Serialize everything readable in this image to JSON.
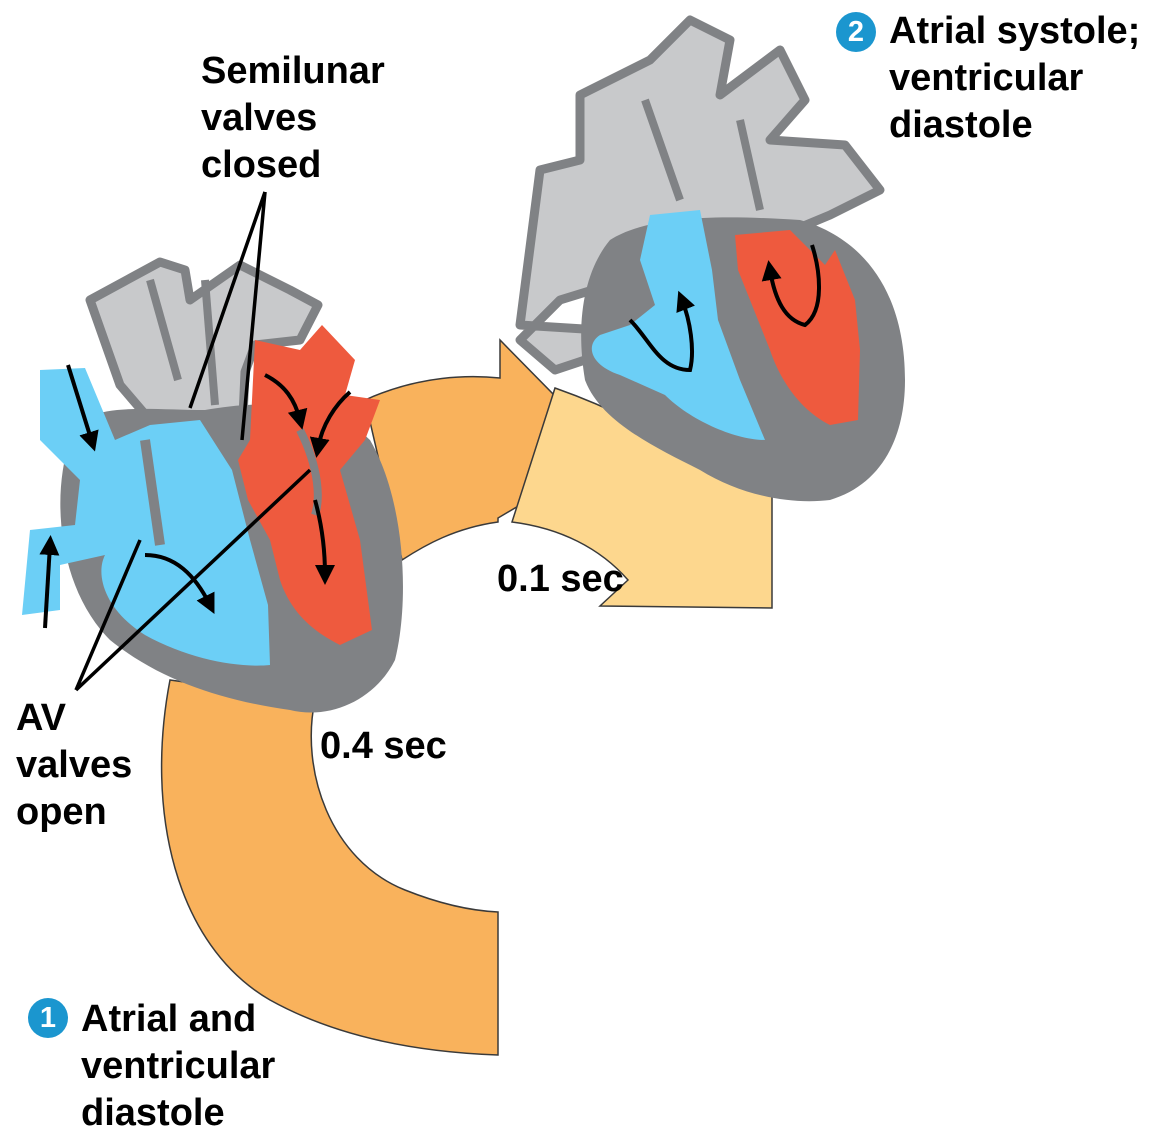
{
  "labels": {
    "semilunar": [
      "Semilunar",
      "valves",
      "closed"
    ],
    "av": [
      "AV",
      "valves",
      "open"
    ],
    "time_short": "0.1 sec",
    "time_long": "0.4 sec"
  },
  "steps": [
    {
      "number": "1",
      "lines": [
        "Atrial and",
        "ventricular",
        "diastole"
      ]
    },
    {
      "number": "2",
      "lines": [
        "Atrial systole;",
        "ventricular",
        "diastole"
      ]
    }
  ],
  "colors": {
    "oxygen_poor_blood": "#6ccff6",
    "oxygen_rich_blood": "#ee5a3e",
    "heart_wall": "#808285",
    "vessel": "#c8c9cb",
    "arrow_diastole": "#f9b25c",
    "arrow_systole": "#fdd78e",
    "step_badge": "#1b96cf"
  }
}
